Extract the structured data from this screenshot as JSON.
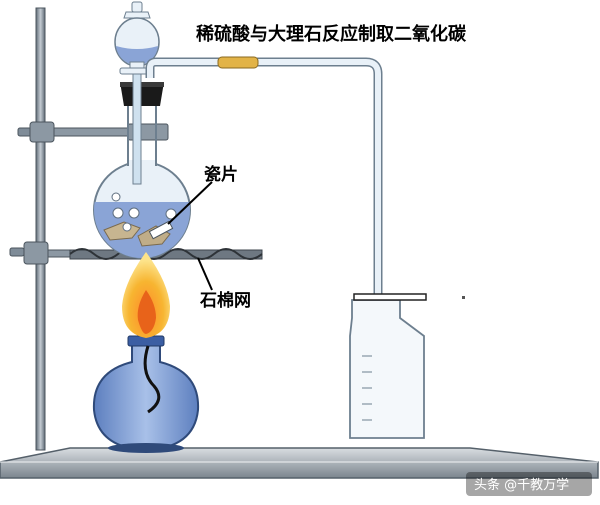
{
  "title": "稀硫酸与大理石反应制取二氧化碳",
  "labels": {
    "porcelain": "瓷片",
    "asbestos_net": "石棉网"
  },
  "watermark": "头条 @千教万学",
  "colors": {
    "liquid": "#8aa4d6",
    "glass": "#e9f1f8",
    "clamp": "#7f8c98",
    "flame_outer": "#f6c233",
    "flame_inner": "#ea6a1a",
    "stopper": "#1a1a1a",
    "rubber_joint": "#e2b347"
  }
}
